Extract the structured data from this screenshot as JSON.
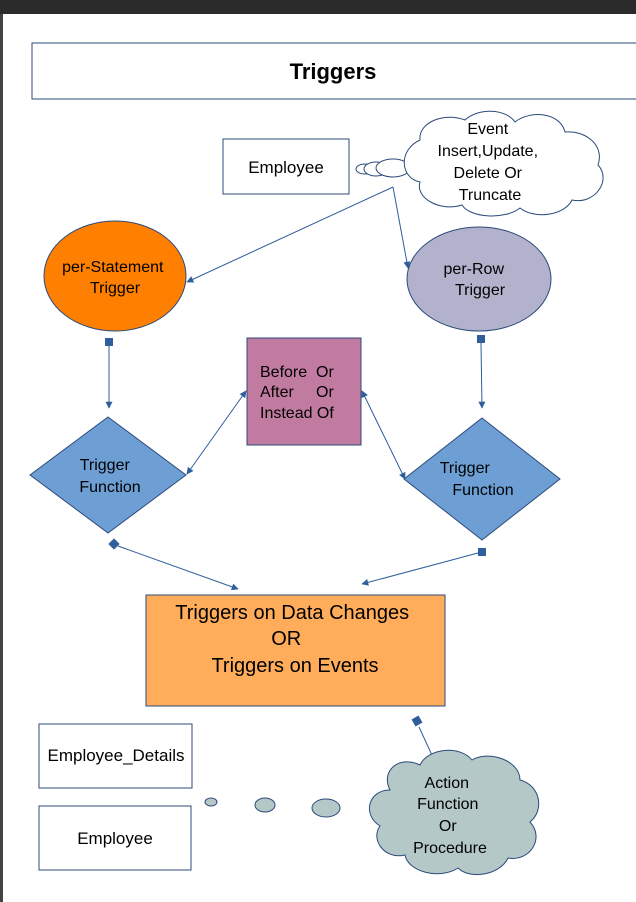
{
  "title": "Triggers",
  "nodes": {
    "employee_top": "Employee",
    "event_cloud": [
      "Event",
      "Insert,Update,",
      "Delete Or",
      "Truncate"
    ],
    "per_statement": [
      "per-Statement",
      "Trigger"
    ],
    "per_row": [
      "per-Row",
      "Trigger"
    ],
    "timing": [
      "Before  Or",
      "After     Or",
      "Instead Of"
    ],
    "trigger_function_left": [
      "Trigger",
      "Function"
    ],
    "trigger_function_right": [
      "Trigger",
      "Function"
    ],
    "triggers_box": [
      "Triggers on Data Changes",
      "OR",
      "Triggers on Events"
    ],
    "employee_details": "Employee_Details",
    "employee_bottom": "Employee",
    "action_cloud": [
      "Action",
      "Function",
      "Or",
      "Procedure"
    ]
  },
  "colors": {
    "orange": "#ff7f00",
    "lavender": "#b2b2cc",
    "mauve": "#c27ba0",
    "diamond_blue": "#6d9fd5",
    "light_orange": "#ffad5b",
    "cloud_teal": "#b4c8c8",
    "connector_blue": "#2e5e9b",
    "border_blue": "#2c4a7a"
  }
}
